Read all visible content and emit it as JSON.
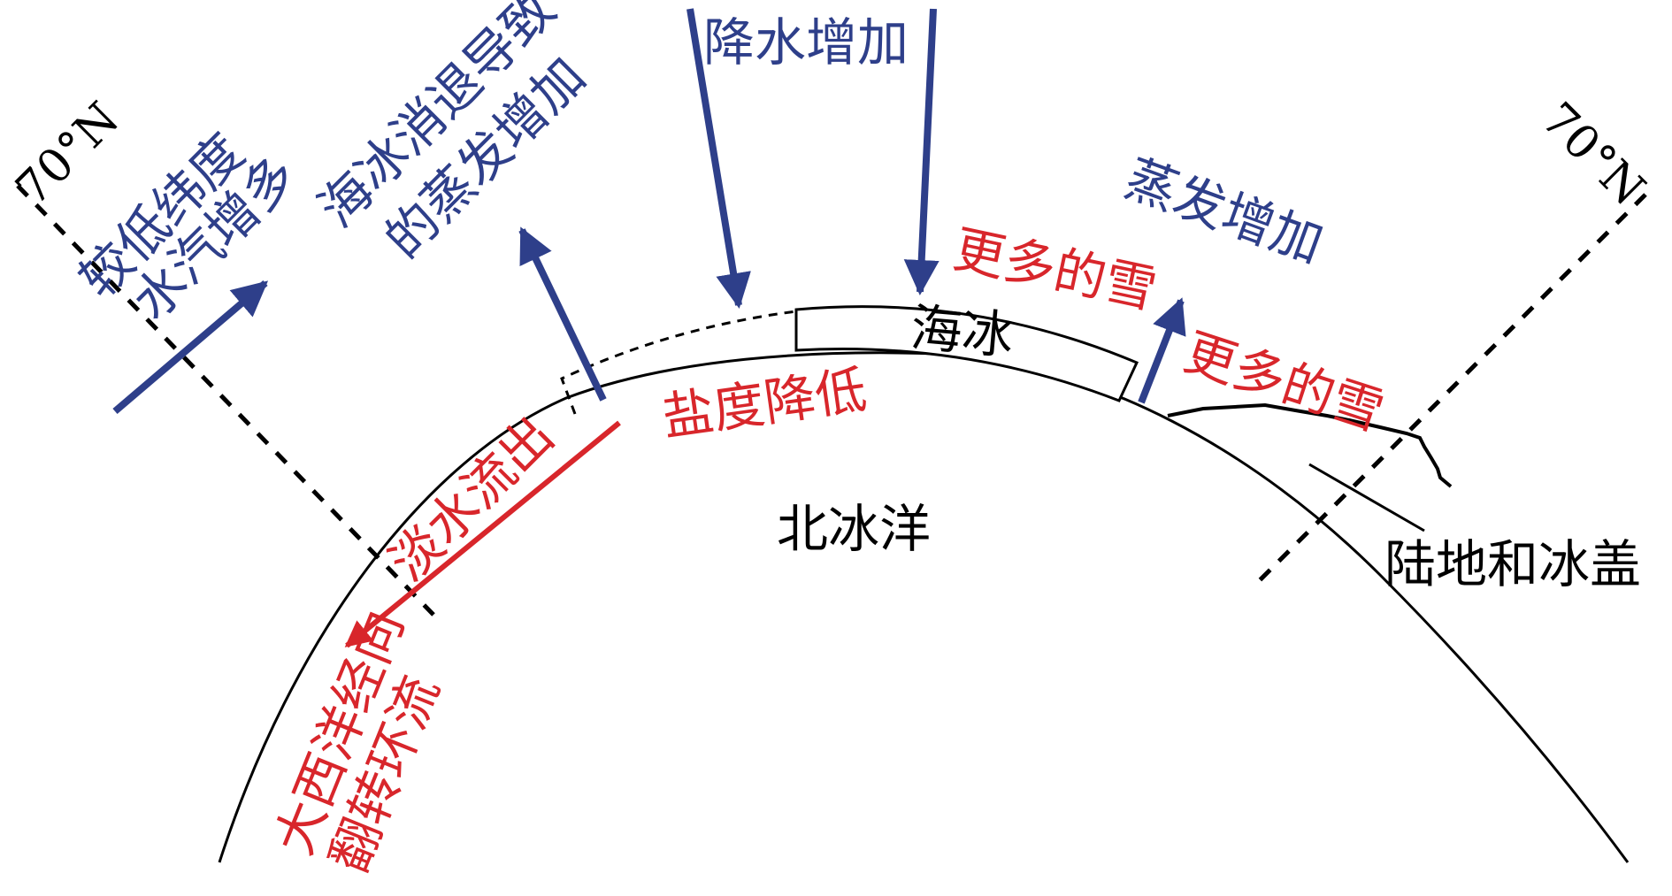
{
  "colors": {
    "blue": "#2e3f8a",
    "red": "#d8262b",
    "black": "#000000"
  },
  "labels": {
    "lat_left": "70°N",
    "lat_right": "70°N",
    "vapor_line1": "较低纬度",
    "vapor_line2": "水汽增多",
    "ice_evap_line1": "海冰消退导致",
    "ice_evap_line2": "的蒸发增加",
    "precip": "降水增加",
    "evap": "蒸发增加",
    "snow_top": "更多的雪",
    "snow_right": "更多的雪",
    "sea_ice": "海冰",
    "salinity": "盐度降低",
    "freshwater": "淡水流出",
    "amoc_line1": "大西洋经向",
    "amoc_line2": "翻转环流",
    "ocean": "北冰洋",
    "land": "陆地和冰盖"
  }
}
